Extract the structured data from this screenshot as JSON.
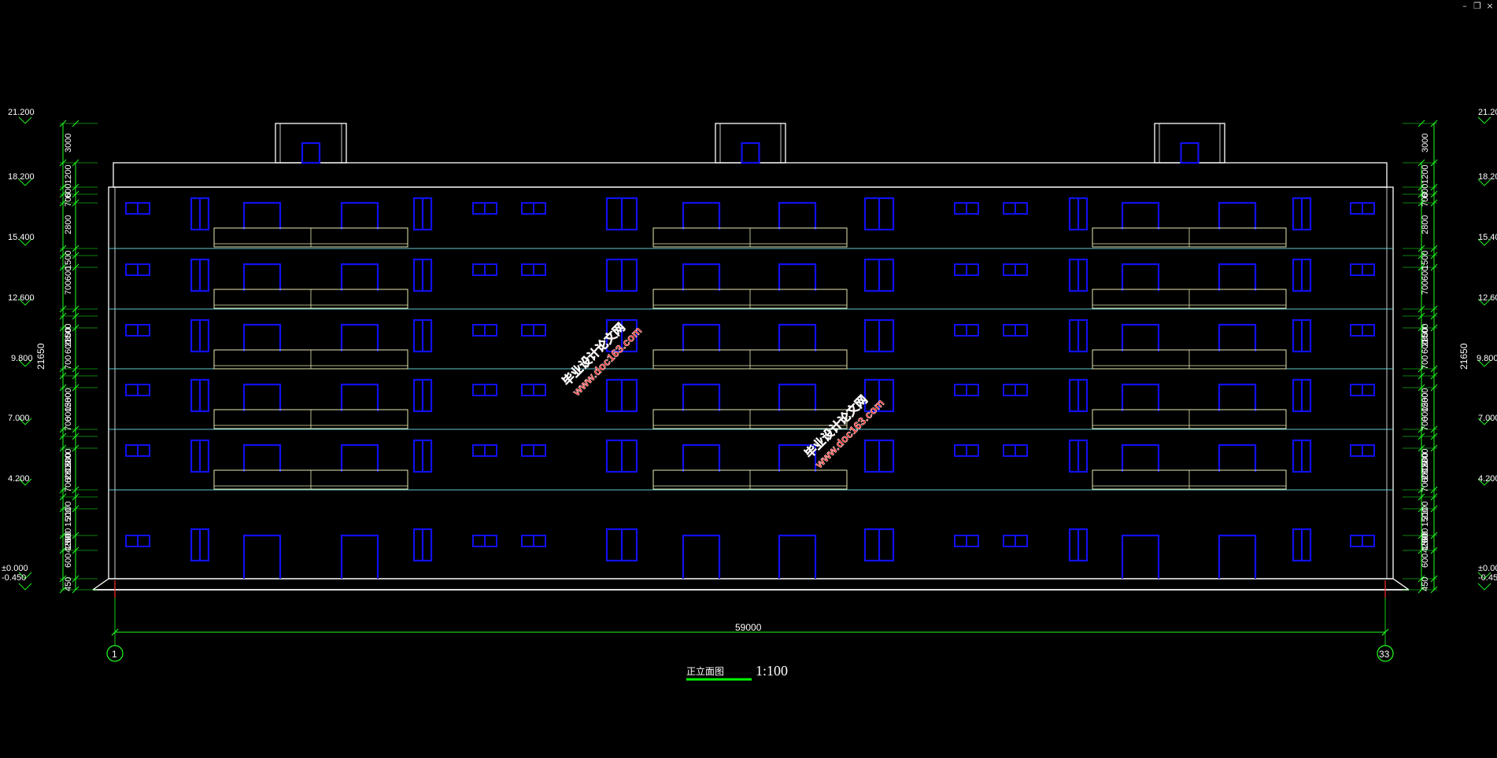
{
  "window_controls": {
    "minimize": "–",
    "restore": "❐",
    "close": "×"
  },
  "colors": {
    "background": "#000000",
    "outline": "#ffffff",
    "window": "#1010f0",
    "balcony": "#e8e8b0",
    "floor_line": "#60c8d0",
    "dimension": "#20ff20",
    "level_text": "#ffffff",
    "axis_bubble": "#20ff20",
    "watermark": "#ff2020",
    "underline": "#00ff00"
  },
  "elevation_levels": [
    "21.200",
    "18.200",
    "15.400",
    "12.600",
    "9.800",
    "7.000",
    "4.200",
    "±0.000",
    "-0.450"
  ],
  "dimensions": {
    "segments": [
      "3000",
      "1200",
      "600",
      "700",
      "2800",
      "1500",
      "600",
      "700",
      "2800",
      "1500",
      "600",
      "700",
      "2800",
      "1500",
      "600",
      "700",
      "2800",
      "1500",
      "600",
      "700",
      "2800",
      "1500",
      "600",
      "4200",
      "2100",
      "1500",
      "600",
      "450"
    ],
    "overall_height": "21650",
    "overall_length": "59000"
  },
  "axes": {
    "left": "1",
    "right": "33"
  },
  "title": {
    "name": "正立面图",
    "scale": "1:100"
  },
  "watermarks": [
    {
      "line1": "毕业设计论文网",
      "line2": "www.doc163.com"
    },
    {
      "line1": "毕业设计论文网",
      "line2": "www.doc163.com"
    }
  ]
}
